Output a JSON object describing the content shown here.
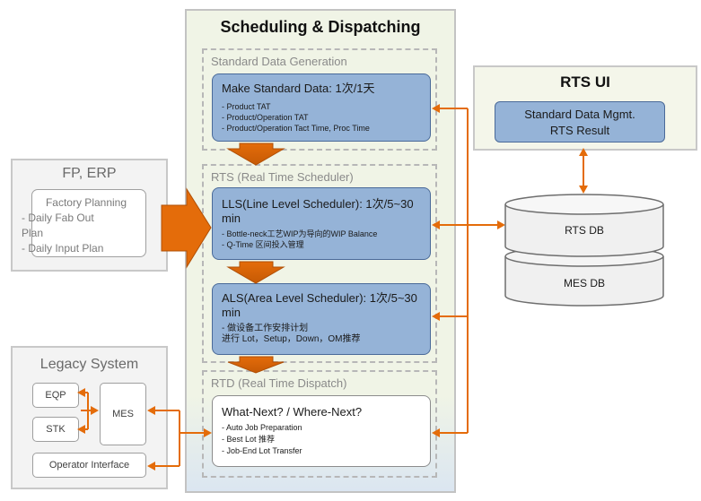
{
  "main": {
    "title": "Scheduling & Dispatching",
    "sdg": {
      "label": "Standard Data Generation",
      "box_title": "Make Standard Data: 1次/1天",
      "bullets": [
        "- Product TAT",
        "- Product/Operation TAT",
        "- Product/Operation Tact Time, Proc Time"
      ]
    },
    "rts": {
      "label": "RTS (Real Time Scheduler)",
      "lls_title": "LLS(Line Level Scheduler): 1次/5~30 min",
      "lls_bullets": [
        "- Bottle-neck工艺WIP为导向的WIP Balance",
        "- Q-Time 区间投入管理"
      ],
      "als_title": "ALS(Area Level Scheduler): 1次/5~30 min",
      "als_bullets": [
        "- 做设备工作安排计划",
        "进行 Lot，Setup，Down，OM推荐"
      ]
    },
    "rtd": {
      "label": "RTD (Real Time Dispatch)",
      "box_title": "What-Next? / Where-Next?",
      "bullets": [
        "- Auto Job Preparation",
        "- Best Lot 推荐",
        "- Job-End Lot Transfer"
      ]
    }
  },
  "fp_erp": {
    "title": "FP, ERP",
    "box_lines": [
      "Factory Planning",
      "- Daily Fab Out",
      "Plan",
      "- Daily Input Plan"
    ]
  },
  "legacy": {
    "title": "Legacy System",
    "eqp": "EQP",
    "stk": "STK",
    "mes": "MES",
    "operator": "Operator Interface"
  },
  "rts_ui": {
    "title": "RTS UI",
    "box_line1": "Standard Data Mgmt.",
    "box_line2": "RTS Result"
  },
  "db": {
    "rts": "RTS DB",
    "mes": "MES DB"
  },
  "colors": {
    "arrow": "#e46c0a",
    "blue_box": "#95b3d7",
    "panel": "#f3f3f3"
  }
}
